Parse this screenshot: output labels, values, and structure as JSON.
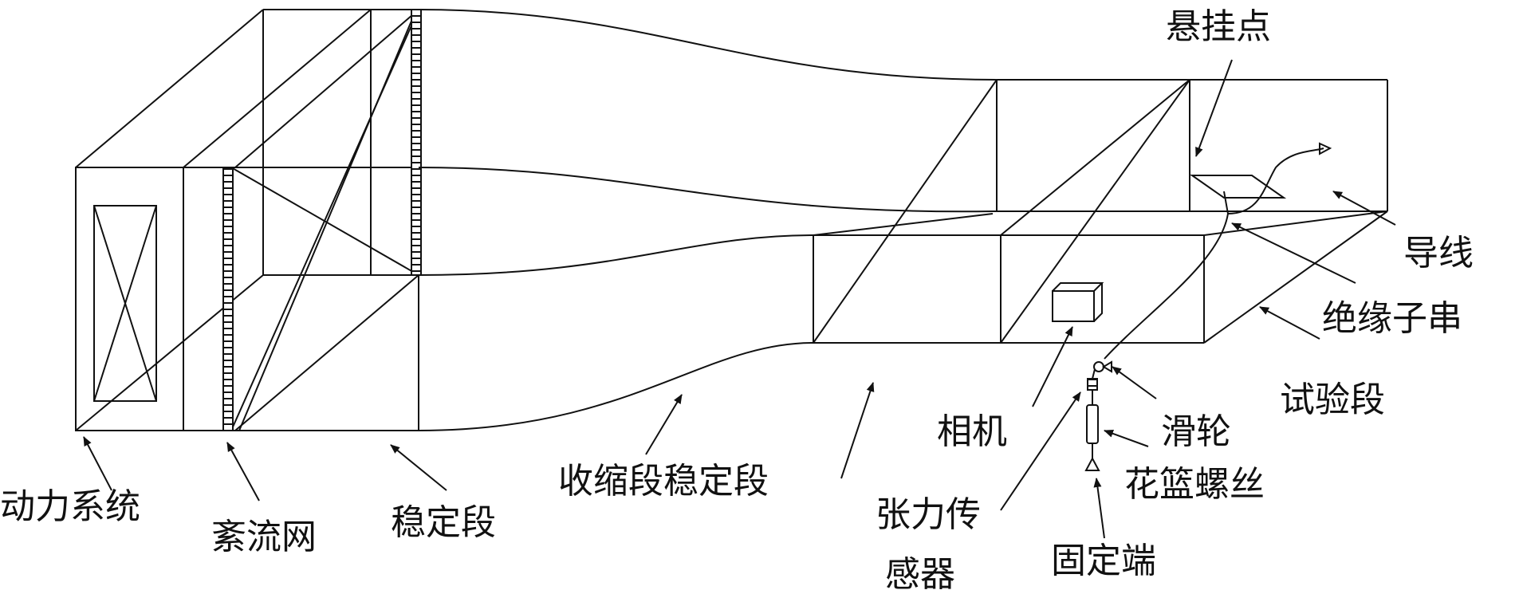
{
  "labels": {
    "suspension_point": "悬挂点",
    "conductor": "导线",
    "insulator_string": "绝缘子串",
    "test_section": "试验段",
    "pulley": "滑轮",
    "turnbuckle": "花篮螺丝",
    "fixed_end": "固定端",
    "tension_sensor_line1": "张力传",
    "tension_sensor_line2": "感器",
    "camera": "相机",
    "contraction_stable": "收缩段稳定段",
    "stable_section": "稳定段",
    "damping_screen": "紊流网",
    "power_system": "动力系统"
  }
}
